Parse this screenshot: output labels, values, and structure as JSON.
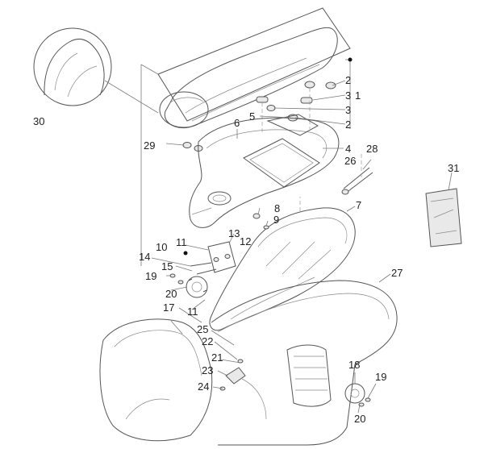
{
  "callouts": {
    "c1": "1",
    "c2a": "2",
    "c2b": "2",
    "c3a": "3",
    "c3b": "3",
    "c4": "4",
    "c5": "5",
    "c6": "6",
    "c7": "7",
    "c8": "8",
    "c9": "9",
    "c10": "10",
    "c11a": "11",
    "c11b": "11",
    "c12": "12",
    "c13": "13",
    "c14": "14",
    "c15": "15",
    "c17": "17",
    "c18": "18",
    "c19a": "19",
    "c19b": "19",
    "c20a": "20",
    "c20b": "20",
    "c21": "21",
    "c22": "22",
    "c23": "23",
    "c24": "24",
    "c25": "25",
    "c26": "26",
    "c27": "27",
    "c28": "28",
    "c29": "29",
    "c30": "30",
    "c31": "31"
  },
  "colors": {
    "line": "#555555",
    "text": "#222222",
    "background": "#ffffff"
  }
}
